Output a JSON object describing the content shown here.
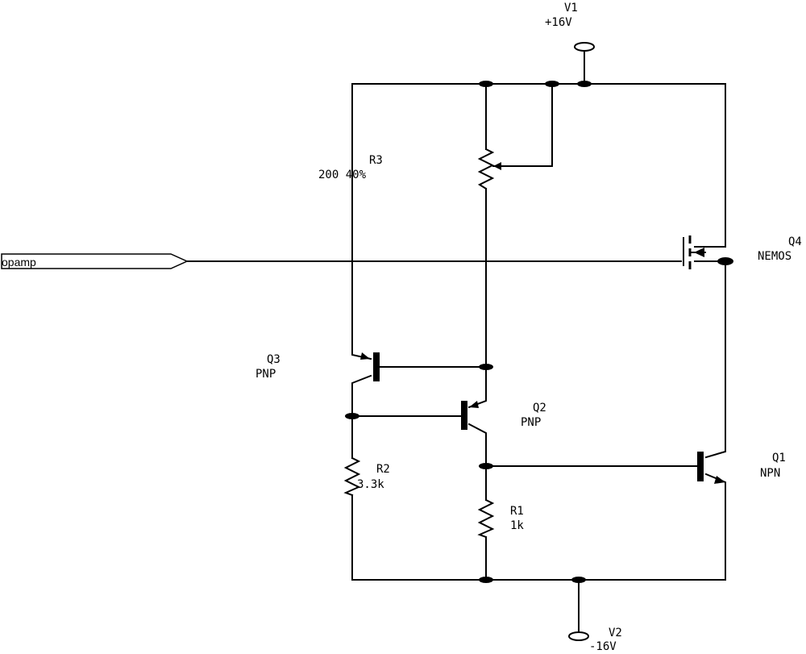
{
  "port": {
    "label": "opamp"
  },
  "v1": {
    "name": "V1",
    "value": "+16V"
  },
  "v2": {
    "name": "V2",
    "value": "-16V"
  },
  "r1": {
    "name": "R1",
    "value": "1k"
  },
  "r2": {
    "name": "R2",
    "value": "3.3k"
  },
  "r3": {
    "name": "R3",
    "value": "200 40%"
  },
  "q1": {
    "name": "Q1",
    "type": "NPN"
  },
  "q2": {
    "name": "Q2",
    "type": "PNP"
  },
  "q3": {
    "name": "Q3",
    "type": "PNP"
  },
  "q4": {
    "name": "Q4",
    "type": "NEMOS"
  }
}
